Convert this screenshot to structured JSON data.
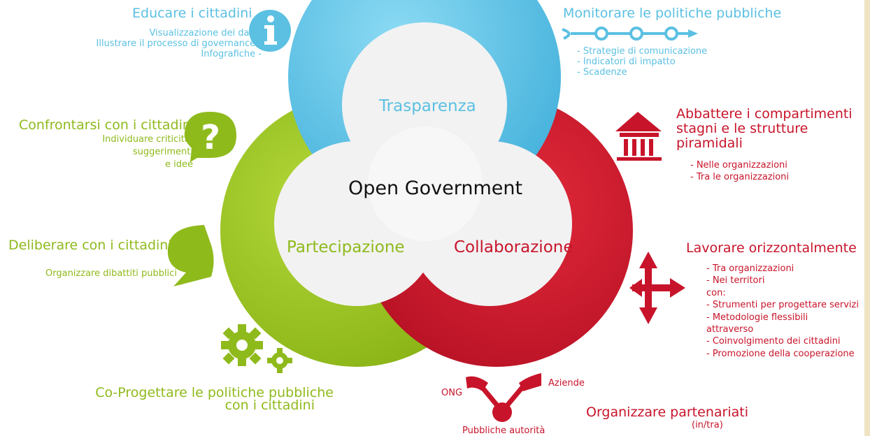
{
  "center": {
    "title": "Open Government",
    "transparency": "Trasparenza",
    "participation": "Partecipazione",
    "collaboration": "Collaborazione"
  },
  "colors": {
    "transparency": "#5bc0e2",
    "participation": "#8fba1c",
    "collaboration": "#c8142a",
    "inner": "#f2f2f2"
  },
  "blocks": {
    "educate": {
      "title": "Educare i cittadini",
      "items": [
        "Visualizzazione dei dati -",
        "Illustrare il processo di governance -",
        "Infografiche -"
      ],
      "icon": "info-icon"
    },
    "monitor": {
      "title": "Monitorare le politiche pubbliche",
      "items": [
        "- Strategie di comunicazione",
        "- Indicatori di impatto",
        "- Scadenze"
      ],
      "icon": "timeline-icon"
    },
    "confront": {
      "title": "Confrontarsi con  i cittadini",
      "items": [
        "Individuare criticità,",
        "suggerimenti",
        "e idee"
      ],
      "icon": "question-icon"
    },
    "silos": {
      "title_lines": [
        "Abbattere i compartimenti",
        "stagni e le strutture",
        "piramidali"
      ],
      "items": [
        "- Nelle organizzazioni",
        "- Tra le organizzazioni"
      ],
      "icon": "institution-icon"
    },
    "deliberate": {
      "title": "Deliberare con i cittadini",
      "items": [
        "Organizzare dibattiti pubblici"
      ],
      "icon": "speech-bubble-icon"
    },
    "horizontal": {
      "title": "Lavorare orizzontalmente",
      "items": [
        "- Tra organizzazioni",
        "- Nei territori",
        "con:",
        "- Strumenti per progettare servizi",
        "- Metodologie flessibili",
        "attraverso",
        "- Coinvolgimento dei cittadini",
        "- Promozione della cooperazione"
      ],
      "icon": "four-arrows-icon"
    },
    "codesign": {
      "title_lines": [
        "Co-Progettare le politiche pubbliche",
        "con i cittadini"
      ],
      "icon": "gears-icon"
    },
    "partnerships": {
      "title": "Organizzare partenariati",
      "subtitle": "(in/tra)",
      "labels": {
        "ngo": "ONG",
        "companies": "Aziende",
        "authorities": "Pubbliche autorità"
      },
      "icon": "network-icon"
    }
  }
}
